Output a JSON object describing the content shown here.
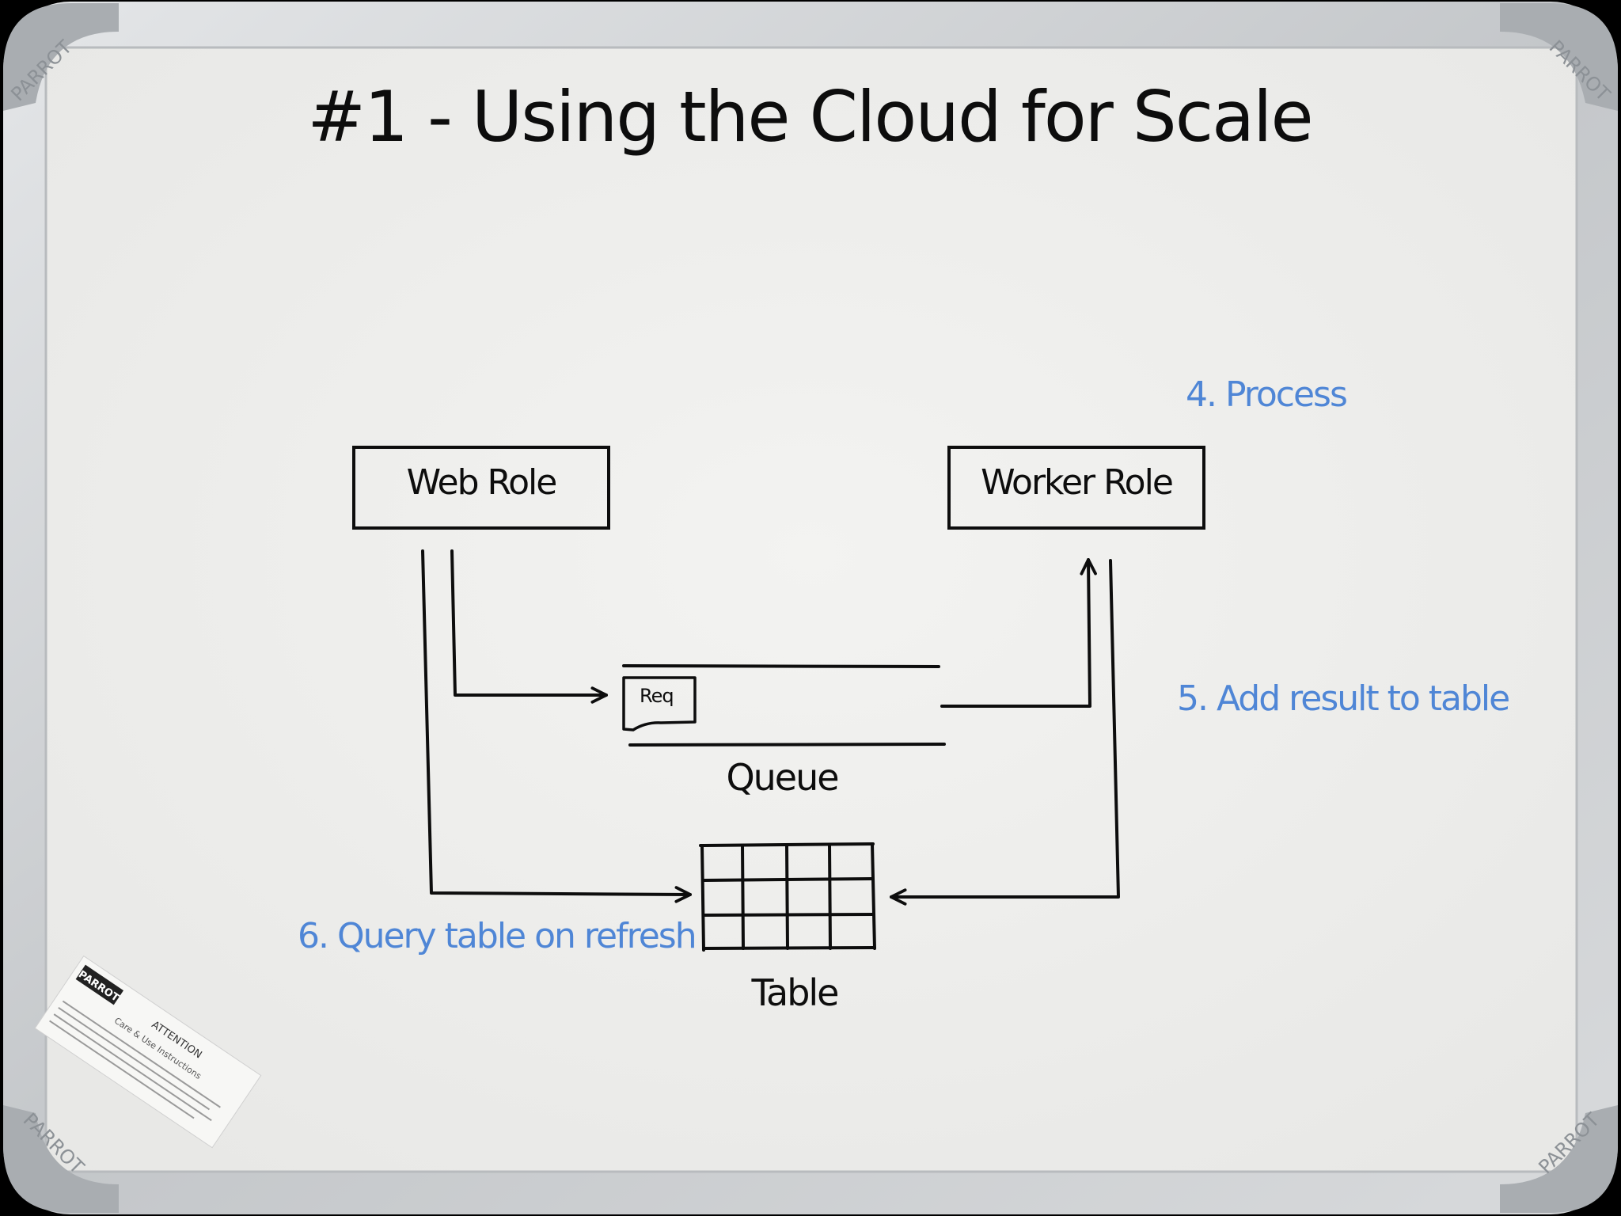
{
  "board": {
    "brand": "PARROT",
    "sticker_heading": "ATTENTION",
    "sticker_text": "Care & Use Instructions"
  },
  "diagram": {
    "title": "#1  - Using the Cloud for Scale",
    "nodes": {
      "web_role": "Web Role",
      "worker_role": "Worker Role",
      "queue": "Queue",
      "queue_item": "Req",
      "table": "Table"
    },
    "steps": {
      "process": "4. Process",
      "add_result": "5. Add result to table",
      "query_table": "6. Query table on refresh"
    },
    "colors": {
      "ink": "#0d0d0d",
      "annotation": "#4f86d6",
      "board": "#eeeeec",
      "frame": "#c9ccce"
    }
  }
}
